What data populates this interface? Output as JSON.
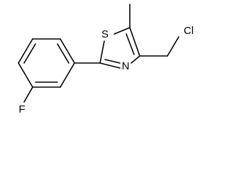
{
  "molecule": {
    "atoms": {
      "sulfur": "S",
      "nitrogen": "N",
      "fluorine": "F",
      "chlorine": "Cl"
    }
  },
  "colors": {
    "bond": "#000000",
    "background": "#ffffff"
  }
}
